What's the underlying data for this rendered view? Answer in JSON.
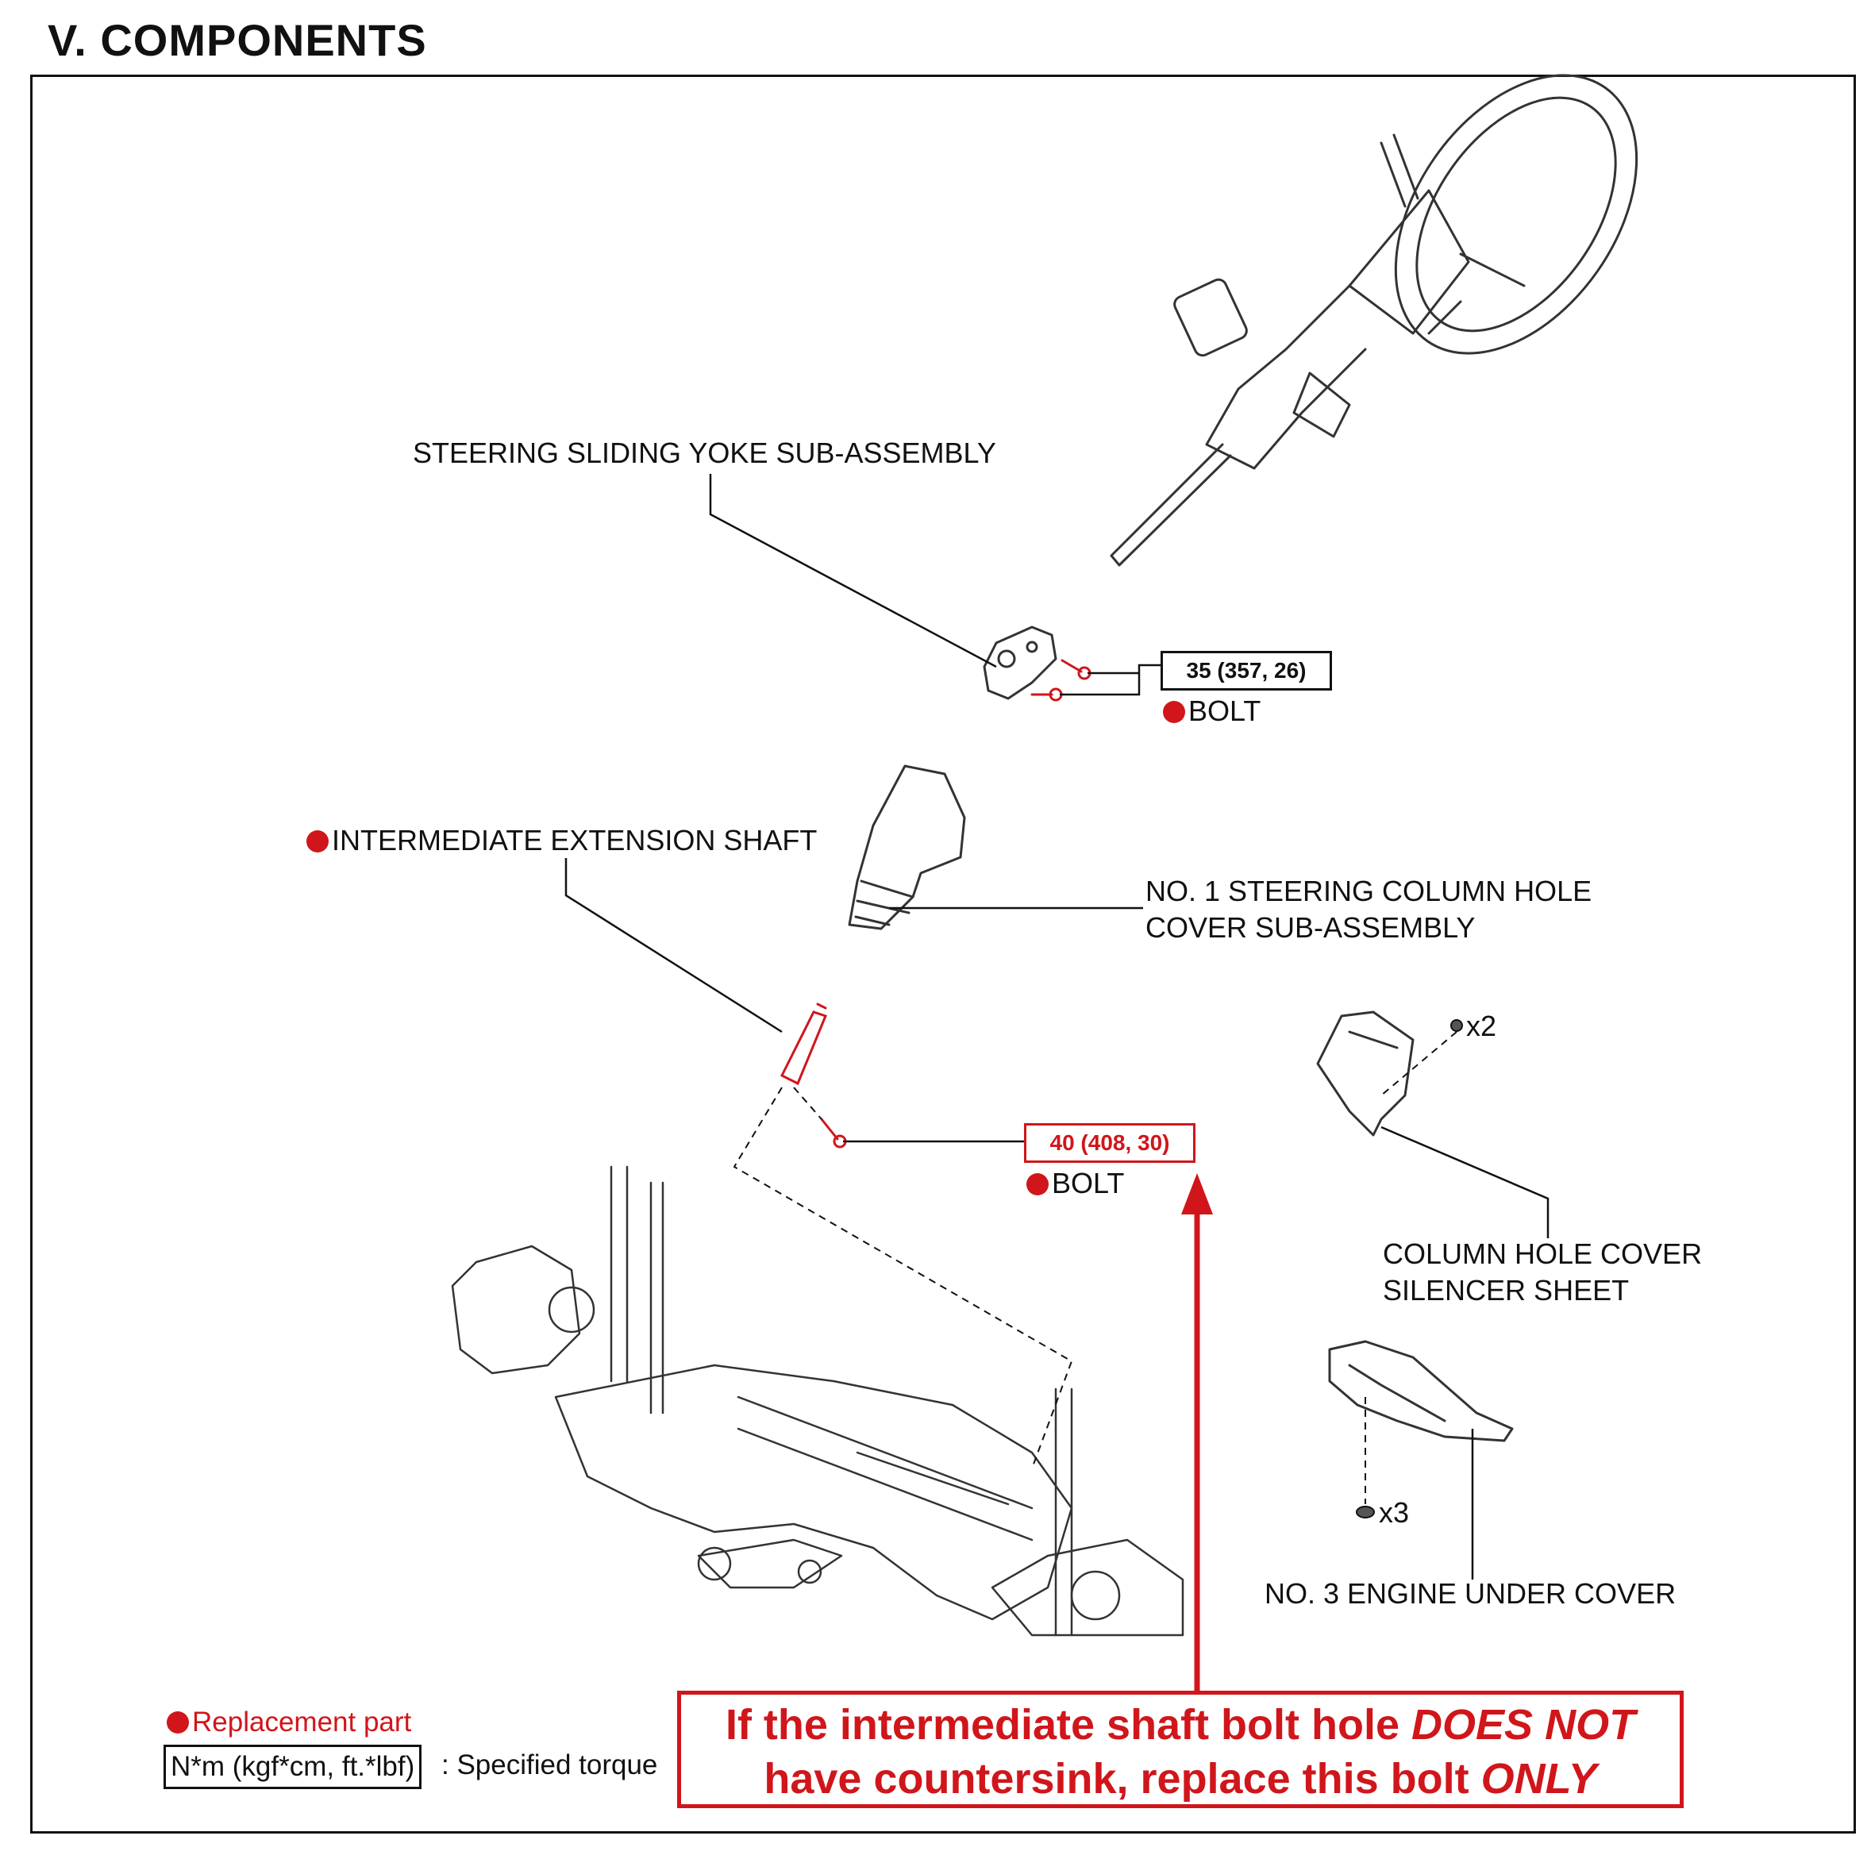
{
  "title": "V.   COMPONENTS",
  "labels": {
    "sliding_yoke": "STEERING SLIDING YOKE SUB-ASSEMBLY",
    "intermediate_shaft": "INTERMEDIATE EXTENSION SHAFT",
    "hole_cover_line1": "NO. 1 STEERING COLUMN HOLE",
    "hole_cover_line2": "COVER SUB-ASSEMBLY",
    "silencer_line1": "COLUMN HOLE COVER",
    "silencer_line2": "SILENCER SHEET",
    "engine_under_cover": "NO. 3 ENGINE UNDER COVER",
    "bolt_upper": "BOLT",
    "bolt_lower": "BOLT",
    "qty_x2": "x2",
    "qty_x3": "x3"
  },
  "torque": {
    "upper": "35 (357, 26)",
    "lower": "40 (408, 30)"
  },
  "legend": {
    "replacement": "Replacement part",
    "unit": "N*m (kgf*cm, ft.*lbf)",
    "specified": ": Specified torque"
  },
  "warning": {
    "line1_a": "If the intermediate shaft bolt hole ",
    "line1_b": "DOES NOT",
    "line2_a": "have countersink, replace this bolt ",
    "line2_b": "ONLY"
  },
  "colors": {
    "accent_red": "#d0161b",
    "ink": "#111111"
  }
}
